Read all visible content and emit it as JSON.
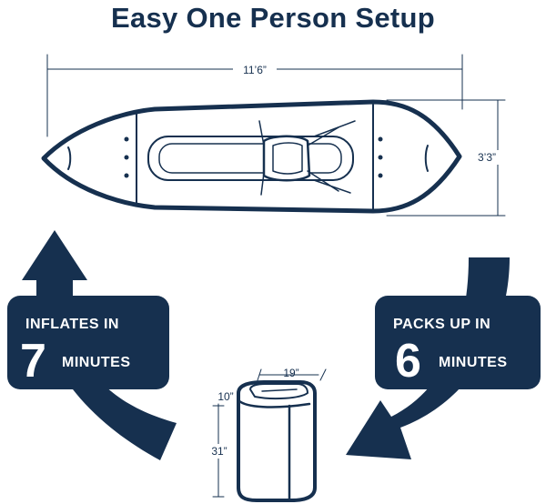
{
  "title": "Easy One Person Setup",
  "kayak": {
    "length_label": "11’6”",
    "width_label": "3’3”"
  },
  "inflate": {
    "line1": "INFLATES IN",
    "number": "7",
    "unit": "MINUTES"
  },
  "pack": {
    "line1": "PACKS UP IN",
    "number": "6",
    "unit": "MINUTES"
  },
  "package": {
    "width_label": "19”",
    "depth_label": "10”",
    "height_label": "31”"
  },
  "colors": {
    "navy": "#16304f",
    "white": "#ffffff"
  }
}
